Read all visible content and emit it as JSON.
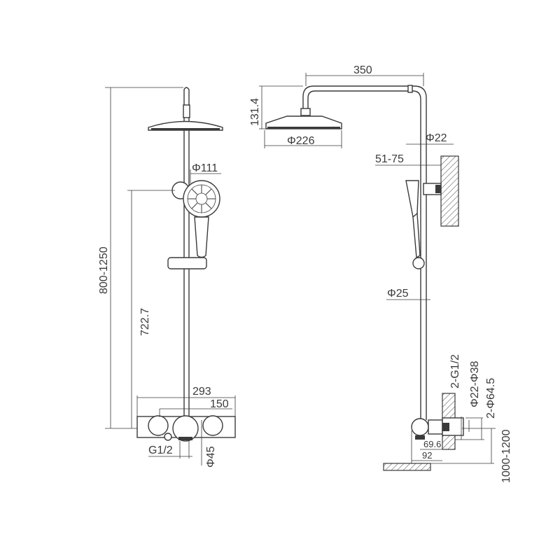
{
  "front_view": {
    "dim_total_height": "800-1250",
    "dim_holder_height": "722.7",
    "dim_hand_shower": "Φ111",
    "dim_mixer_width": "293",
    "dim_inlet_centers": "150",
    "dim_outlet_thread": "G1/2",
    "dim_mixer_diameter": "Φ45"
  },
  "side_view": {
    "dim_arm_reach": "350",
    "dim_head_drop": "131.4",
    "dim_head_diameter": "Φ226",
    "dim_upper_pipe": "Φ22",
    "dim_wall_bracket": "51-75",
    "dim_lower_pipe": "Φ25",
    "dim_inlet_thread": "2-G1/2",
    "dim_eccentric": "Φ22-Φ38",
    "dim_escutcheon": "2-Φ64.5",
    "dim_offset_inner": "69.6",
    "dim_offset_outer": "92",
    "dim_install_height": "1000-1200"
  }
}
